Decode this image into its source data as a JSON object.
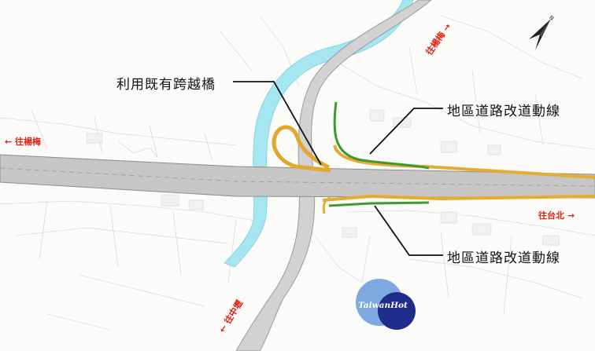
{
  "map": {
    "labels": {
      "existing_bridge": "利用既有跨越橋",
      "local_road_upper": "地區道路改道動線",
      "local_road_lower": "地區道路改道動線"
    },
    "destinations": {
      "yangmei": "← 往楊梅",
      "taipei": "往台北 →",
      "zhongli": "← 往中壢",
      "upper_right": "往楊梅 →"
    },
    "colors": {
      "highway": "#c9c9c9",
      "ramp": "#e6b43a",
      "local_road": "#3a9a2a",
      "river": "#9ee3ee",
      "destination_text": "#dd2211",
      "watermark_dark": "#1c2a86",
      "watermark_light": "#6fa0de"
    },
    "compass": {
      "label": "N",
      "icon": "north-arrow-icon"
    },
    "watermark": {
      "text": "TaiwanHot"
    }
  }
}
